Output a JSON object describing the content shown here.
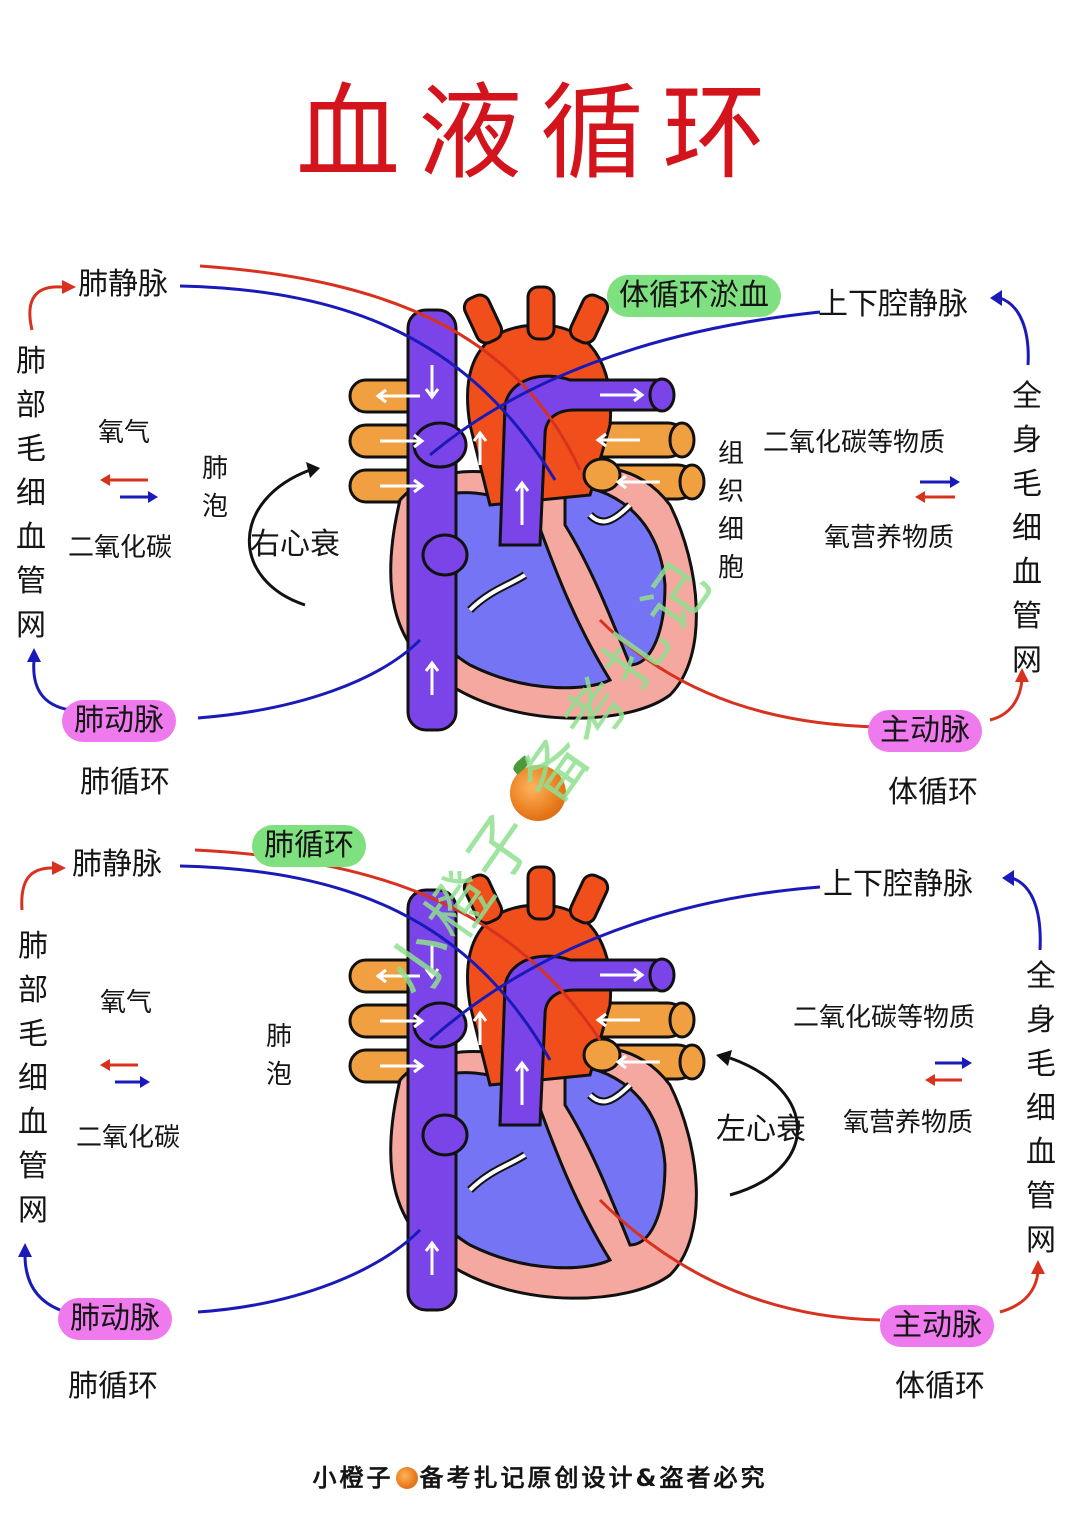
{
  "title": "血液循环",
  "colors": {
    "title": "#d4141c",
    "arterial_arrow": "#d8321f",
    "venous_arrow": "#1a1ab8",
    "highlight_green": "#7ee07e",
    "highlight_pink": "#ee7aee",
    "heart_blue": "#7474f4",
    "vessel_purple": "#7a44e8",
    "aorta_red": "#f04e1a",
    "heart_wall_pink": "#f5a8a0",
    "pulmonary_orange": "#f0a040",
    "watermark_green": "#8fe08f"
  },
  "diagrams": [
    {
      "highlight": "体循环淤血",
      "highlight_target": "systemic",
      "left": {
        "top_label": "肺静脉",
        "capillary_label": "肺部毛细血管网",
        "gas_in": "氧气",
        "gas_out": "二氧化碳",
        "organ": "肺泡",
        "artery": "肺动脉",
        "circuit": "肺循环"
      },
      "failure_label": "右心衰",
      "right": {
        "top_label": "上下腔静脉",
        "capillary_label": "全身毛细血管网",
        "substance_out": "二氧化碳等物质",
        "substance_in": "氧营养物质",
        "organ": "组织细胞",
        "artery": "主动脉",
        "circuit": "体循环"
      }
    },
    {
      "highlight": "肺循环",
      "highlight_target": "pulmonary",
      "left": {
        "top_label": "肺静脉",
        "capillary_label": "肺部毛细血管网",
        "gas_in": "氧气",
        "gas_out": "二氧化碳",
        "organ": "肺泡",
        "artery": "肺动脉",
        "circuit": "肺循环"
      },
      "failure_label": "左心衰",
      "right": {
        "top_label": "上下腔静脉",
        "capillary_label": "全身毛细血管网",
        "substance_out": "二氧化碳等物质",
        "substance_in": "氧营养物质",
        "artery": "主动脉",
        "circuit": "体循环"
      }
    }
  ],
  "watermark": "小橙子 备考扎记",
  "footer": {
    "left": "小橙子",
    "right": "备考扎记原创设计&盗者必究"
  }
}
